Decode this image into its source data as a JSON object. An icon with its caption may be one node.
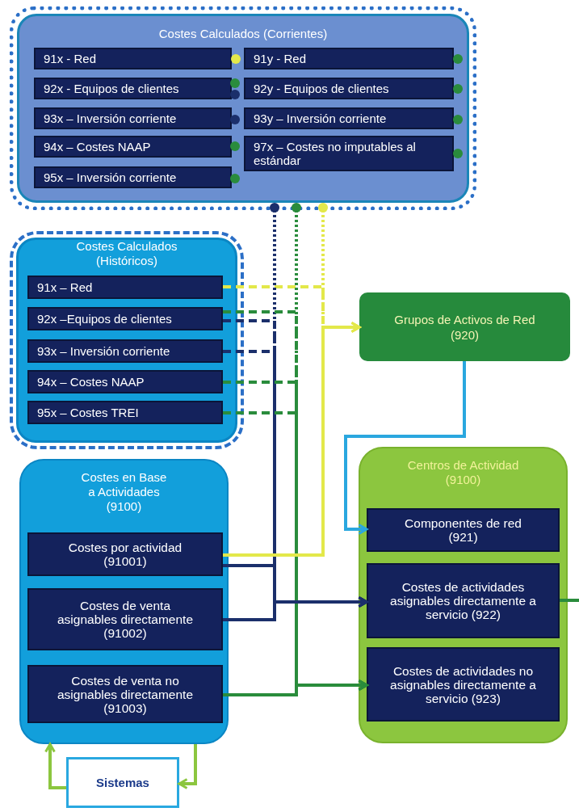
{
  "diagram": {
    "nodes": [
      {
        "text": [
          "Costes Calculados (Corrientes)"
        ]
      },
      {
        "text": [
          "91x - Red"
        ],
        "in": 0
      },
      {
        "text": [
          "91y - Red"
        ],
        "in": 0
      },
      {
        "text": [
          "92x - Equipos de clientes"
        ],
        "in": 0
      },
      {
        "text": [
          "92y - Equipos de clientes"
        ],
        "in": 0
      },
      {
        "text": [
          "93x – Inversión corriente"
        ],
        "in": 0
      },
      {
        "text": [
          "93y – Inversión corriente"
        ],
        "in": 0
      },
      {
        "text": [
          "94x – Costes NAAP"
        ],
        "in": 0
      },
      {
        "text": [
          "97x – Costes no imputables al estándar"
        ],
        "in": 0
      },
      {
        "text": [
          "95x – Inversión corriente"
        ],
        "in": 0
      },
      {
        "text": [
          "Costes Calculados (Históricos)"
        ]
      },
      {
        "text": [
          "91x – Red"
        ],
        "in": 10
      },
      {
        "text": [
          "92x –Equipos de clientes"
        ],
        "in": 10
      },
      {
        "text": [
          "93x – Inversión corriente"
        ],
        "in": 10
      },
      {
        "text": [
          "94x – Costes NAAP"
        ],
        "in": 10
      },
      {
        "text": [
          "95x – Costes TREI"
        ],
        "in": 10
      },
      {
        "text": [
          "Grupos de Activos de Red (920)"
        ]
      },
      {
        "text": [
          "Costes en Base a Actividades (9100)"
        ]
      },
      {
        "text": [
          "Costes por actividad (91001)"
        ],
        "in": 17
      },
      {
        "text": [
          "Costes de venta asignables directamente (91002)"
        ],
        "in": 17
      },
      {
        "text": [
          "Costes de venta no asignables directamente (91003)"
        ],
        "in": 17
      },
      {
        "text": [
          "Centros de Actividad (9100)"
        ]
      },
      {
        "text": [
          "Componentes de red (921)"
        ],
        "in": 21
      },
      {
        "text": [
          "Costes de actividades asignables directamente a servicio (922)"
        ],
        "in": 21
      },
      {
        "text": [
          "Costes de actividades no asignables directamente a servicio (923)"
        ],
        "in": 21
      },
      {
        "text": [
          "Sistemas"
        ]
      }
    ],
    "edges": [
      {
        "from": 0,
        "to": 16,
        "arrow": "to",
        "style": "dashed",
        "color": "#e3e84a"
      },
      {
        "from": 11,
        "to": 16,
        "arrow": "to",
        "style": "dashed",
        "color": "#e3e84a"
      },
      {
        "from": 18,
        "to": 16,
        "arrow": "to",
        "color": "#e3e84a"
      },
      {
        "from": 0,
        "to": 23,
        "arrow": "to",
        "style": "dashed",
        "color": "#1b2f6b"
      },
      {
        "from": 12,
        "to": 23,
        "arrow": "to",
        "style": "dashed",
        "color": "#1b2f6b"
      },
      {
        "from": 13,
        "to": 23,
        "arrow": "to",
        "style": "dashed",
        "color": "#1b2f6b"
      },
      {
        "from": 18,
        "to": 23,
        "arrow": "to",
        "color": "#1b2f6b"
      },
      {
        "from": 19,
        "to": 23,
        "arrow": "to",
        "color": "#1b2f6b"
      },
      {
        "from": 0,
        "to": 24,
        "arrow": "to",
        "style": "dashed",
        "color": "#2a8c3c"
      },
      {
        "from": 12,
        "to": 24,
        "arrow": "to",
        "style": "dashed",
        "color": "#2a8c3c"
      },
      {
        "from": 14,
        "to": 24,
        "arrow": "to",
        "style": "dashed",
        "color": "#2a8c3c"
      },
      {
        "from": 15,
        "to": 24,
        "arrow": "to",
        "style": "dashed",
        "color": "#2a8c3c"
      },
      {
        "from": 20,
        "to": 24,
        "arrow": "to",
        "color": "#2a8c3c"
      },
      {
        "from": 16,
        "to": 22,
        "arrow": "to",
        "color": "#2aa7df"
      },
      {
        "from": 25,
        "to": 17,
        "arrow": "to",
        "color": "#8cc63f"
      },
      {
        "from": 17,
        "to": 25,
        "arrow": "to",
        "color": "#8cc63f"
      },
      {
        "from": 23,
        "to": null,
        "arrow": "none",
        "color": "#2a8c3c"
      }
    ]
  }
}
